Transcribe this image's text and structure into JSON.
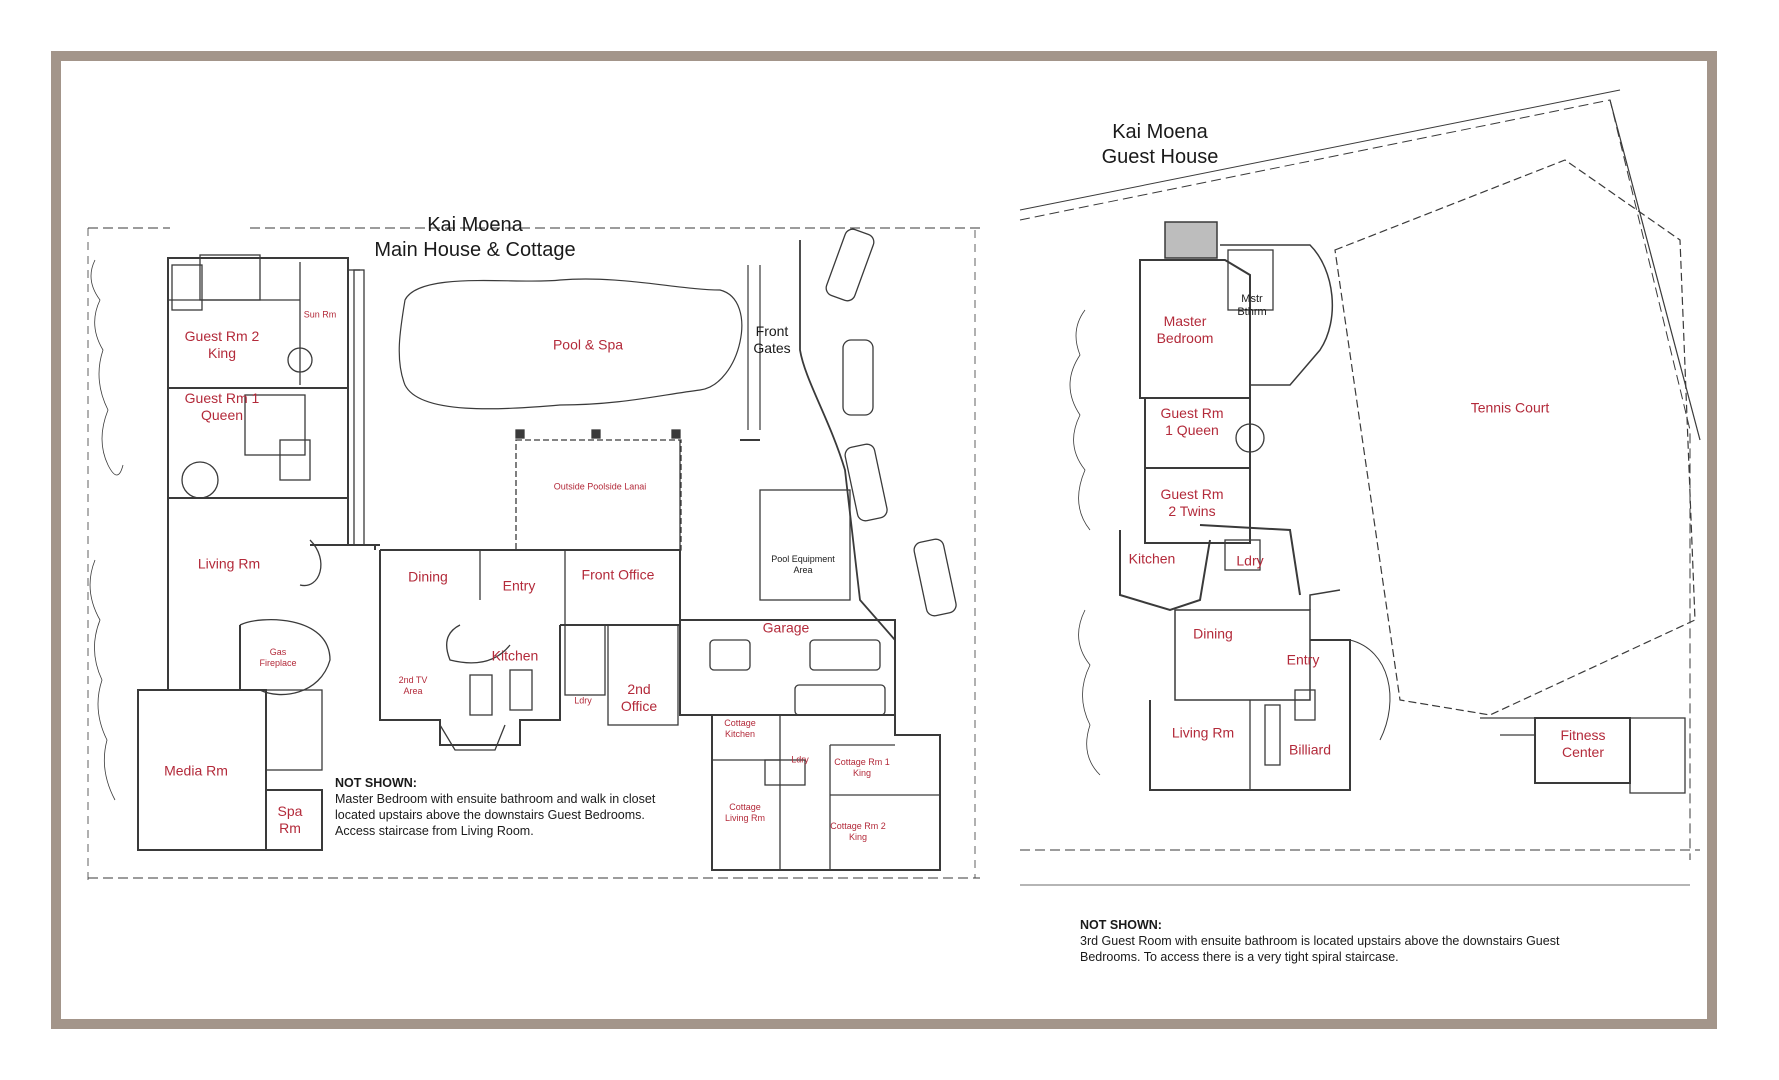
{
  "main_house": {
    "title_line1": "Kai Moena",
    "title_line2": "Main House & Cottage",
    "rooms": [
      {
        "id": "guest-rm-2",
        "label": "Guest Rm 2\nKing"
      },
      {
        "id": "sun-rm",
        "label": "Sun Rm"
      },
      {
        "id": "guest-rm-1",
        "label": "Guest Rm 1\nQueen"
      },
      {
        "id": "pool-spa",
        "label": "Pool & Spa"
      },
      {
        "id": "front-gates",
        "label": "Front\nGates"
      },
      {
        "id": "outside-lanai",
        "label": "Outside Poolside Lanai"
      },
      {
        "id": "pool-equipment",
        "label": "Pool Equipment\nArea"
      },
      {
        "id": "living-rm",
        "label": "Living Rm"
      },
      {
        "id": "dining",
        "label": "Dining"
      },
      {
        "id": "entry",
        "label": "Entry"
      },
      {
        "id": "front-office",
        "label": "Front Office"
      },
      {
        "id": "garage",
        "label": "Garage"
      },
      {
        "id": "gas-fireplace",
        "label": "Gas\nFireplace"
      },
      {
        "id": "kitchen",
        "label": "Kitchen"
      },
      {
        "id": "2nd-tv-area",
        "label": "2nd TV\nArea"
      },
      {
        "id": "ldry",
        "label": "Ldry"
      },
      {
        "id": "2nd-office",
        "label": "2nd\nOffice"
      },
      {
        "id": "cottage-kitchen",
        "label": "Cottage\nKitchen"
      },
      {
        "id": "cottage-ldry",
        "label": "Ldry"
      },
      {
        "id": "cottage-rm-1",
        "label": "Cottage Rm 1\nKing"
      },
      {
        "id": "media-rm",
        "label": "Media Rm"
      },
      {
        "id": "spa-rm",
        "label": "Spa\nRm"
      },
      {
        "id": "cottage-living-rm",
        "label": "Cottage\nLiving Rm"
      },
      {
        "id": "cottage-rm-2",
        "label": "Cottage Rm 2\nKing"
      }
    ],
    "note_heading": "NOT SHOWN:",
    "note_lines": [
      "Master Bedroom with ensuite bathroom and walk in closet",
      "located upstairs above the downstairs Guest Bedrooms.",
      "Access staircase from Living Room."
    ]
  },
  "guest_house": {
    "title_line1": "Kai Moena",
    "title_line2": "Guest House",
    "rooms": [
      {
        "id": "master-bedroom",
        "label": "Master\nBedroom"
      },
      {
        "id": "mstr-bthrm",
        "label": "Mstr\nBthrm"
      },
      {
        "id": "guest-rm-1-queen",
        "label": "Guest Rm\n1 Queen"
      },
      {
        "id": "tennis-court",
        "label": "Tennis Court"
      },
      {
        "id": "guest-rm-2-twins",
        "label": "Guest Rm\n2 Twins"
      },
      {
        "id": "kitchen",
        "label": "Kitchen"
      },
      {
        "id": "ldry",
        "label": "Ldry"
      },
      {
        "id": "dining",
        "label": "Dining"
      },
      {
        "id": "entry",
        "label": "Entry"
      },
      {
        "id": "fitness-center",
        "label": "Fitness\nCenter"
      },
      {
        "id": "living-rm",
        "label": "Living Rm"
      },
      {
        "id": "billiard",
        "label": "Billiard"
      }
    ],
    "note_heading": "NOT SHOWN:",
    "note_lines": [
      "3rd Guest Room with ensuite bathroom is located upstairs above the downstairs Guest",
      "Bedrooms.  To access there is a very tight spiral staircase."
    ]
  },
  "colors": {
    "frame": "#a3958a",
    "room_label": "#b32a3a",
    "line": "#3a3a3a"
  }
}
